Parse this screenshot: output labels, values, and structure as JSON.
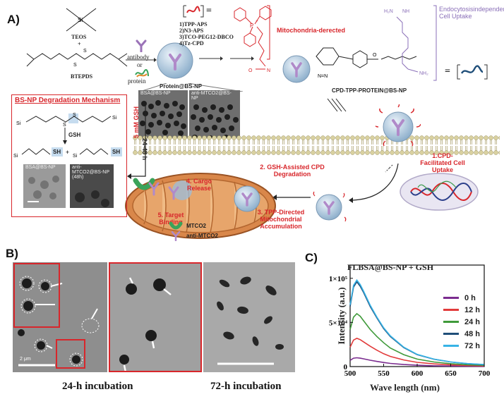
{
  "panels": {
    "a": "A)",
    "b": "B)",
    "c": "C)"
  },
  "panel_a": {
    "teos_label": "TEOS",
    "plus": "+",
    "btepds_label": "BTEPDS",
    "si": "Si",
    "antibody_label": "antibody",
    "or_label": "or",
    "protein_label": "protein",
    "protein_np_label": "Protein@BS-NP",
    "steps": [
      "1)TPP-APS",
      "2)N3-APS",
      "3)TCO-PEG12-DBCO",
      "4)Tz-CPD"
    ],
    "equals": "=",
    "mito_directed": "Mitochondria-derected",
    "endocytosis": "Endocytosisindependent Cell Uptake",
    "cpd_tpp_label": "CPD-TPP-PROTEIN@BS-NP",
    "tem_bsa": "BSA@BS-NP",
    "tem_anti": "anti-MTCO2@BS-NP",
    "degradation_title": "BS-NP Degradation Mechanism",
    "gsh": "GSH",
    "sh": "SH",
    "deg_tem1": "BSA@BS-NP",
    "deg_tem2": "anti-MTCO2@BS-NP (48h)",
    "gsh_conc": "5 mM GSH",
    "time_range": "24-48 h",
    "step1": "1.CPD-Facilitated Cell Uptake",
    "step2": "2. GSH-Assisted CPD Degradation",
    "step3": "3. TPP-Directed Mitochondrial Accumulation",
    "step4": "4. Cargo Release",
    "step5": "5. Target Binding",
    "legend_mtco2": "MTCO2",
    "legend_anti": "anti-MTCO2"
  },
  "panel_b": {
    "scale_label": "2 μm",
    "caption_24h": "24-h incubation",
    "caption_72h": "72-h incubation"
  },
  "colors": {
    "red": "#d8262b",
    "purple": "#8a6fb8",
    "mito_fill": "#d9874a",
    "membrane": "#cfd6b0",
    "np_blue": "#b9d3e8"
  },
  "chart_data": {
    "type": "line",
    "title": "FLBSA@BS-NP + GSH",
    "xlabel": "Wave length (nm)",
    "ylabel": "Intensity (a.u.)",
    "xlim": [
      500,
      700
    ],
    "ylim": [
      0,
      115000
    ],
    "xticks": [
      500,
      550,
      600,
      650,
      700
    ],
    "yticks": [
      0,
      50000,
      100000
    ],
    "ytick_labels": [
      "0",
      "5×10⁴",
      "1×10⁵"
    ],
    "x": [
      500,
      505,
      510,
      515,
      520,
      530,
      540,
      550,
      560,
      580,
      600,
      625,
      650,
      675,
      700
    ],
    "legend_position": "right",
    "series": [
      {
        "name": "0 h",
        "color": "#7b2c8f",
        "values": [
          7000,
          9500,
          10000,
          9500,
          8800,
          7200,
          5800,
          4600,
          3600,
          2300,
          1500,
          900,
          600,
          400,
          300
        ]
      },
      {
        "name": "12 h",
        "color": "#e23b3b",
        "values": [
          22000,
          30000,
          32000,
          30500,
          28000,
          23000,
          18500,
          14500,
          11500,
          7500,
          4800,
          3000,
          1900,
          1200,
          800
        ]
      },
      {
        "name": "24 h",
        "color": "#3f9a3a",
        "values": [
          42000,
          56000,
          60000,
          57000,
          52000,
          42000,
          34000,
          27000,
          21000,
          13500,
          8500,
          5200,
          3300,
          2100,
          1400
        ]
      },
      {
        "name": "48 h",
        "color": "#1f4e79",
        "values": [
          68000,
          90000,
          96000,
          91000,
          84000,
          68000,
          55000,
          43000,
          34000,
          21500,
          13500,
          8300,
          5200,
          3300,
          2200
        ]
      },
      {
        "name": "72 h",
        "color": "#37b3e6",
        "values": [
          70000,
          92000,
          98000,
          93000,
          85500,
          69500,
          56000,
          44000,
          34800,
          22000,
          13800,
          8500,
          5300,
          3400,
          2300
        ]
      }
    ]
  }
}
